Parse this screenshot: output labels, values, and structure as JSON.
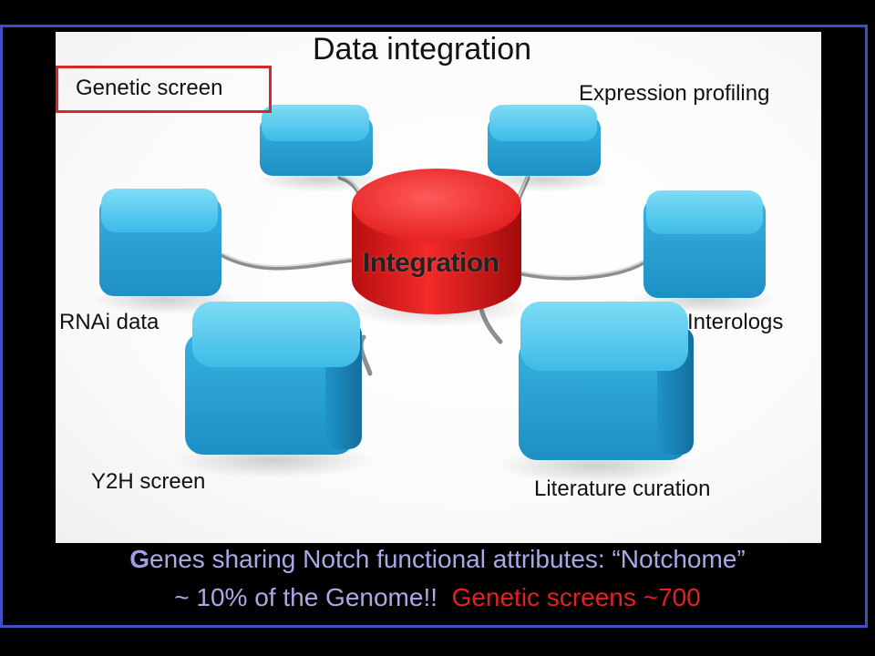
{
  "diagram": {
    "title": "Data integration",
    "center": "Integration",
    "nodes": [
      "Genetic screen",
      "Expression profiling",
      "RNAi data",
      "Interologs",
      "Y2H screen",
      "Literature curation"
    ],
    "highlighted_node": "Genetic screen"
  },
  "caption": {
    "line1_initial": "G",
    "line1_rest": "enes sharing Notch functional attributes:    “Notchome”",
    "line2_main": "~ 10% of the Genome!!  ",
    "line2_red": "Genetic screens ~700"
  },
  "colors": {
    "background": "#000000",
    "frame": "#3f4fc6",
    "cube": "#2ba8d8",
    "hub": "#e41b1b",
    "caption_text": "#a9a9e6",
    "caption_red": "#e42020",
    "highlight_box": "#d42a2a"
  }
}
